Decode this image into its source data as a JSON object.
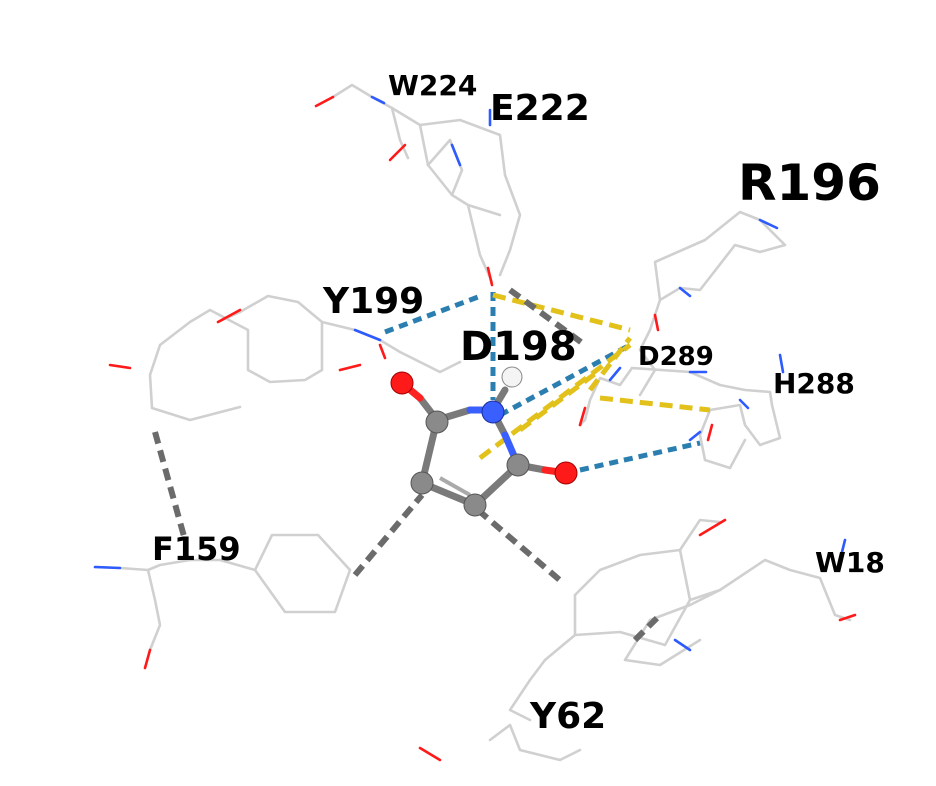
{
  "residue_labels": {
    "w224": "W224",
    "e222": "E222",
    "r196": "R196",
    "y199": "Y199",
    "d198": "D198",
    "d289": "D289",
    "h288": "H288",
    "f159": "F159",
    "w18": "W18",
    "y62": "Y62"
  },
  "colors": {
    "background": "#ffffff",
    "residue_stick": "#d0d0d0",
    "nitrogen": "#2d5bff",
    "oxygen": "#ff1a1a",
    "carbon": "#808080",
    "hydrogen": "#ffffff",
    "hydrogen_bond": "#2b7fb0",
    "ionic_interaction": "#e2c11a",
    "hydrophobic_interaction": "#6b6b6b"
  },
  "ligand": {
    "atoms": [
      "C",
      "C",
      "C",
      "C",
      "N",
      "O",
      "O",
      "H"
    ]
  }
}
